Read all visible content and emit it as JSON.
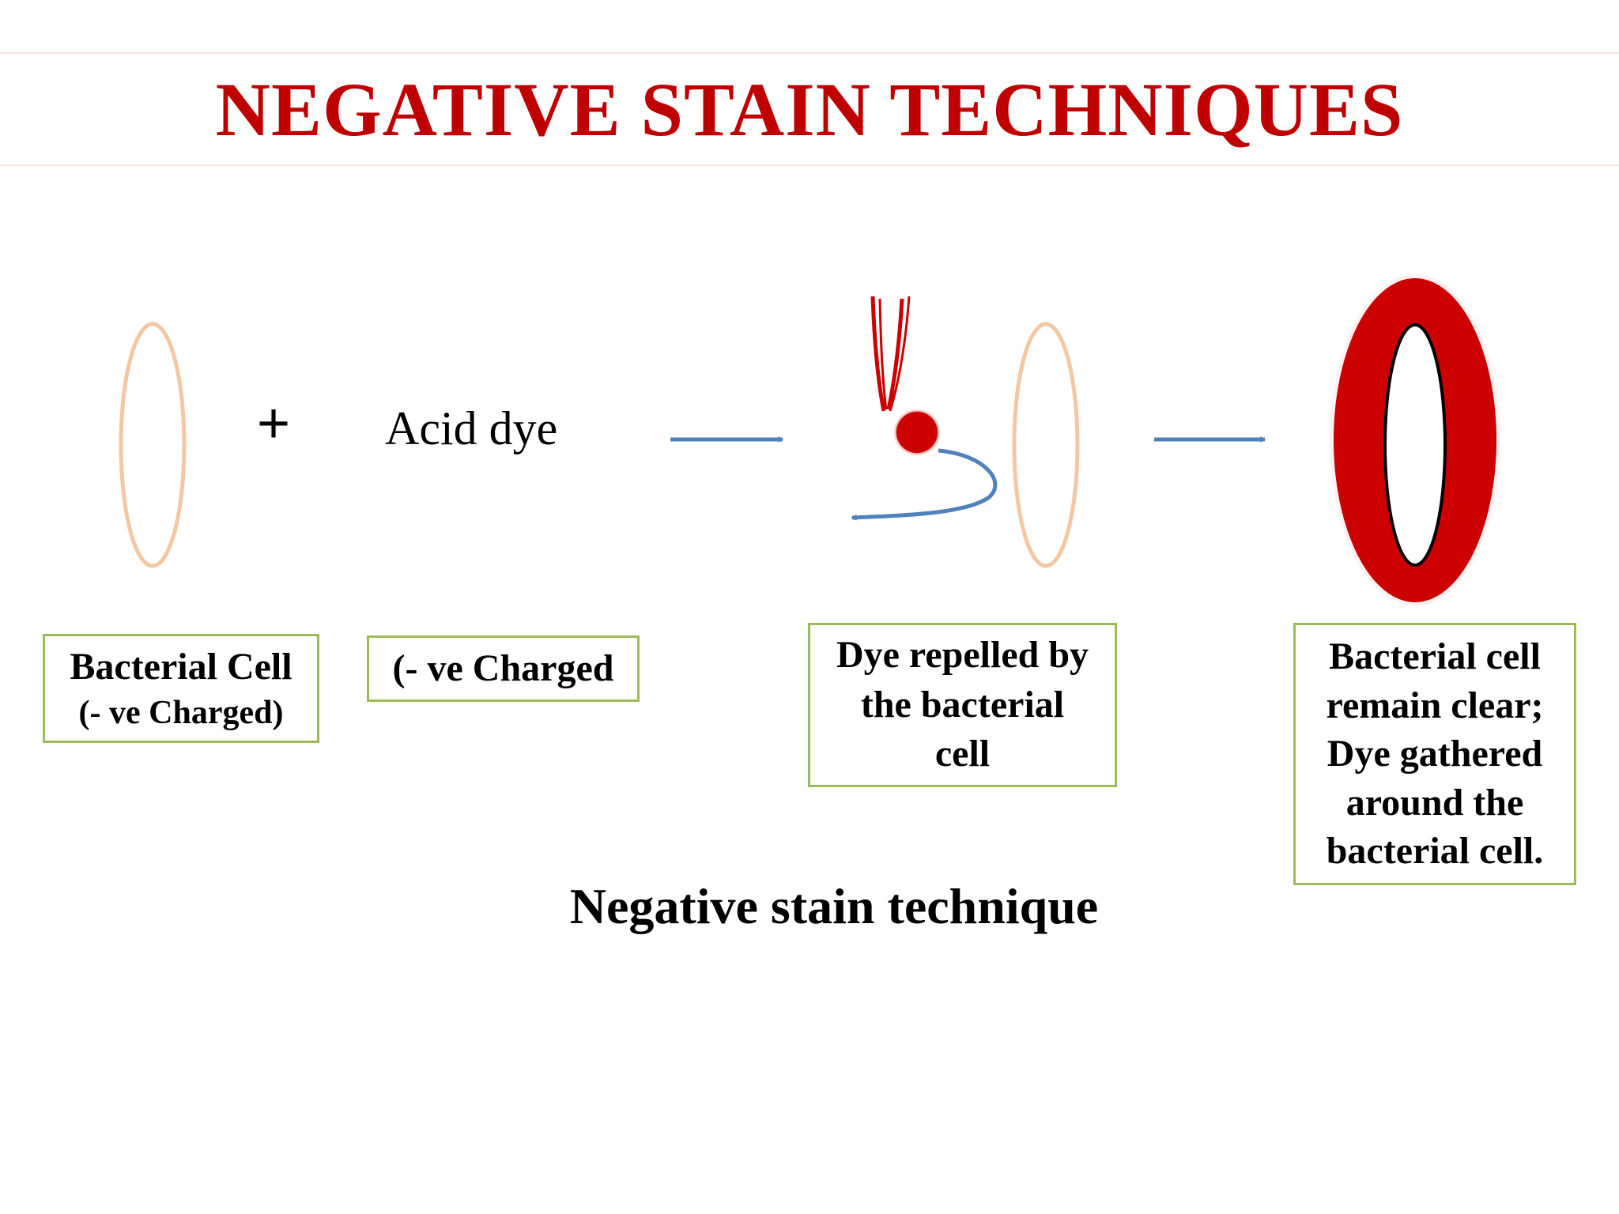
{
  "title": "NEGATIVE STAIN TECHNIQUES",
  "plus_sign": "+",
  "acid_dye_label": "Acid dye",
  "boxes": {
    "bacterial_cell": {
      "line1": "Bacterial Cell",
      "line2": "(- ve Charged)"
    },
    "acid_dye_charge": {
      "line1": "(- ve Charged"
    },
    "dye_repelled": {
      "line1": "Dye repelled by",
      "line2": "the bacterial",
      "line3": "cell"
    },
    "cell_clear": {
      "line1": "Bacterial cell",
      "line2": "remain clear;",
      "line3": "Dye gathered",
      "line4": "around the",
      "line5": "bacterial cell."
    }
  },
  "caption": "Negative stain technique",
  "colors": {
    "title_red": "#c00000",
    "dye_red": "#cc0000",
    "cell_outline": "#f4c7a3",
    "arrow_blue": "#4f81bd",
    "box_border": "#9bbb59"
  }
}
